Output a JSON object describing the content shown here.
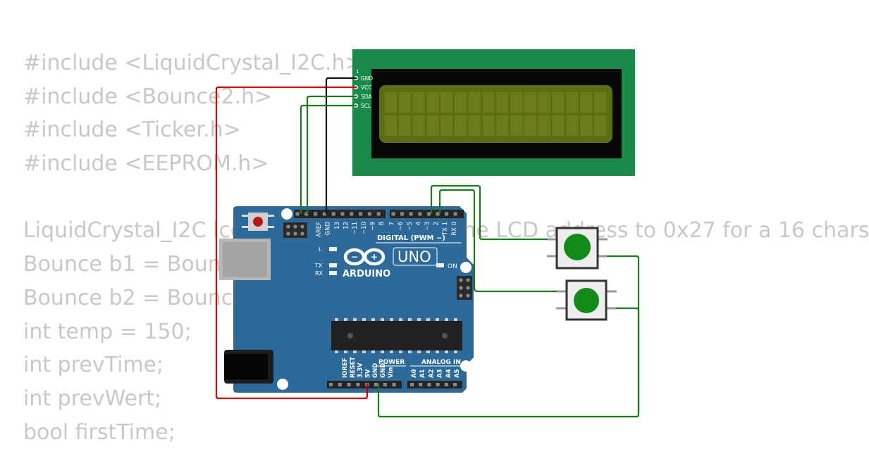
{
  "code_lines": [
    "#include <LiquidCrystal_I2C.h>",
    "#include <Bounce2.h>",
    "#include <Ticker.h>",
    "#include <EEPROM.h>",
    "",
    "LiquidCrystal_I2C lcd(0x27, 16, 2); // set the LCD address to 0x27 for a 16 chars",
    "Bounce b1 = Bounce();",
    "Bounce b2 = Bounce();",
    "int temp = 150;",
    "int prevTime;",
    "int prevWert;",
    "bool firstTime;"
  ],
  "lcd": {
    "pin_number": "1",
    "pins": [
      "GND",
      "VCC",
      "SDA",
      "SCL"
    ],
    "body_color": "#1a8a4a",
    "screen_color": "#5b6e12"
  },
  "arduino": {
    "board_color": "#2d6a9a",
    "brand": "ARDUINO",
    "model": "UNO",
    "digital_header": "DIGITAL (PWM ~)",
    "digital_pins": [
      "AREF",
      "GND",
      "13",
      "12",
      "~11",
      "~10",
      "~9",
      "8",
      "7",
      "~6",
      "~5",
      "4",
      "~3",
      "2",
      "TX 1",
      "RX 0"
    ],
    "power_header": "POWER",
    "power_pins": [
      "IOREF",
      "RESET",
      "3.3V",
      "5V",
      "GND",
      "GND",
      "Vin"
    ],
    "analog_header": "ANALOG IN",
    "analog_pins": [
      "A0",
      "A1",
      "A2",
      "A3",
      "A4",
      "A5"
    ],
    "led_labels": [
      "L",
      "TX",
      "RX"
    ],
    "on_label": "ON"
  },
  "buttons": {
    "cap_color": "#118a18"
  },
  "wire_colors": {
    "red": "#cc0000",
    "black": "#111111",
    "green": "#1a7a1a"
  }
}
